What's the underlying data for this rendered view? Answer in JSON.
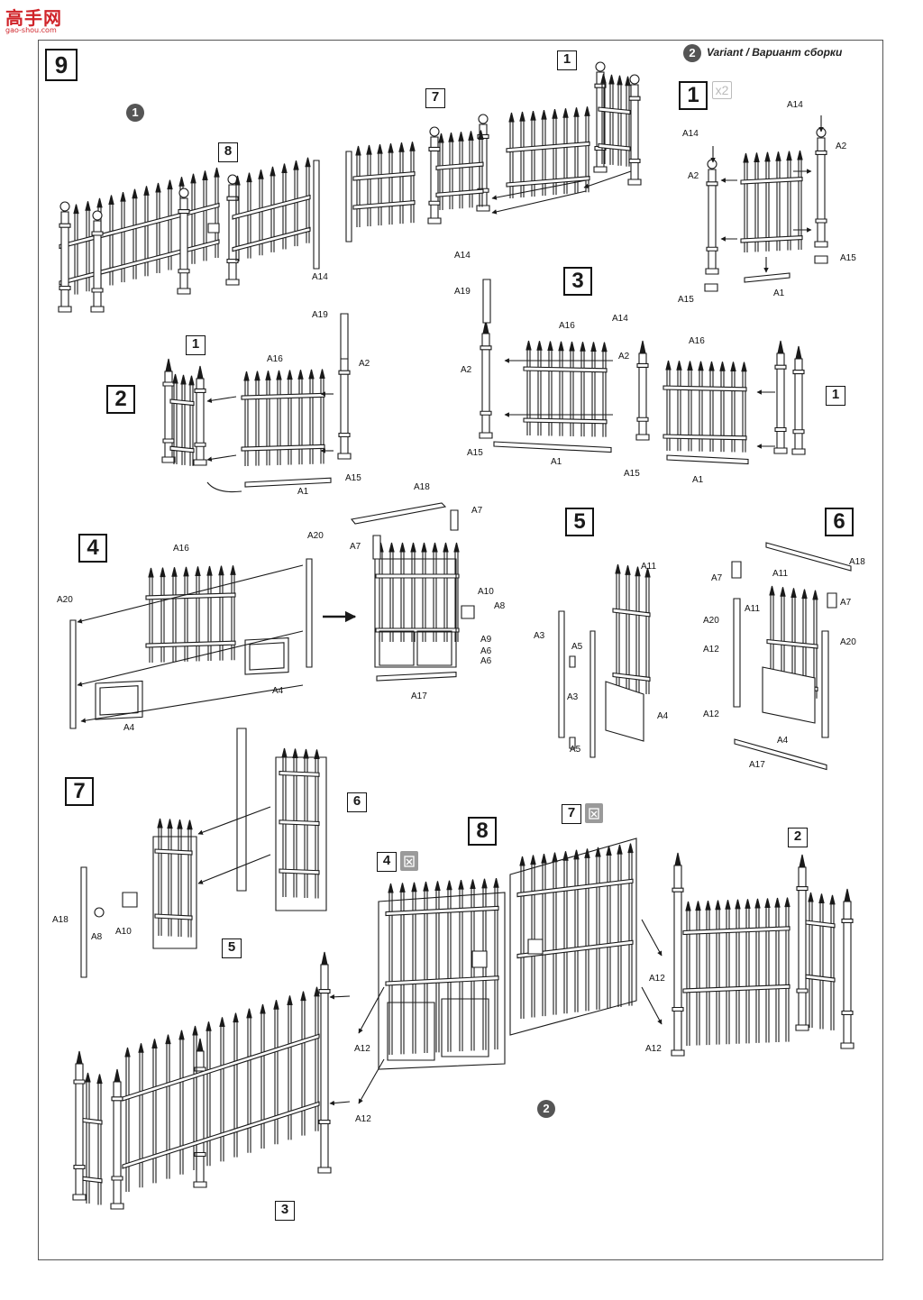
{
  "watermark": {
    "title": "高手网",
    "subtitle": "gao-shou.com"
  },
  "page_step": "9",
  "variant_marker": "2",
  "variant_label": "Variant / Вариант сборки",
  "section_markers": [
    "1",
    "2"
  ],
  "multiplier": "x2",
  "steps": {
    "s1": "1",
    "s2": "2",
    "s3": "3",
    "s4": "4",
    "s5": "5",
    "s6": "6",
    "s7": "7",
    "s8": "8"
  },
  "overview_refs": {
    "r1": "1",
    "r7": "7",
    "r8": "8"
  },
  "step_refs": {
    "step2_ref": "1",
    "step3_ref": "1",
    "step7_ref6": "6",
    "step7_ref5": "5",
    "step8_ref4": "4",
    "step8_ref7": "7",
    "step8_ref2": "2",
    "step8_ref3": "3"
  },
  "parts": {
    "A1": "A1",
    "A2": "A2",
    "A3": "A3",
    "A4": "A4",
    "A5": "A5",
    "A6": "A6",
    "A7": "A7",
    "A8": "A8",
    "A9": "A9",
    "A10": "A10",
    "A11": "A11",
    "A12": "A12",
    "A14": "A14",
    "A15": "A15",
    "A16": "A16",
    "A17": "A17",
    "A18": "A18",
    "A19": "A19",
    "A20": "A20"
  },
  "colors": {
    "line": "#1a1a1a",
    "fill": "#ffffff",
    "marker": "#555555",
    "watermark": "#d0242a",
    "dont_glue": "#9a9a9a"
  },
  "icons": [
    "arrow-right-icon",
    "do-not-glue-icon"
  ]
}
